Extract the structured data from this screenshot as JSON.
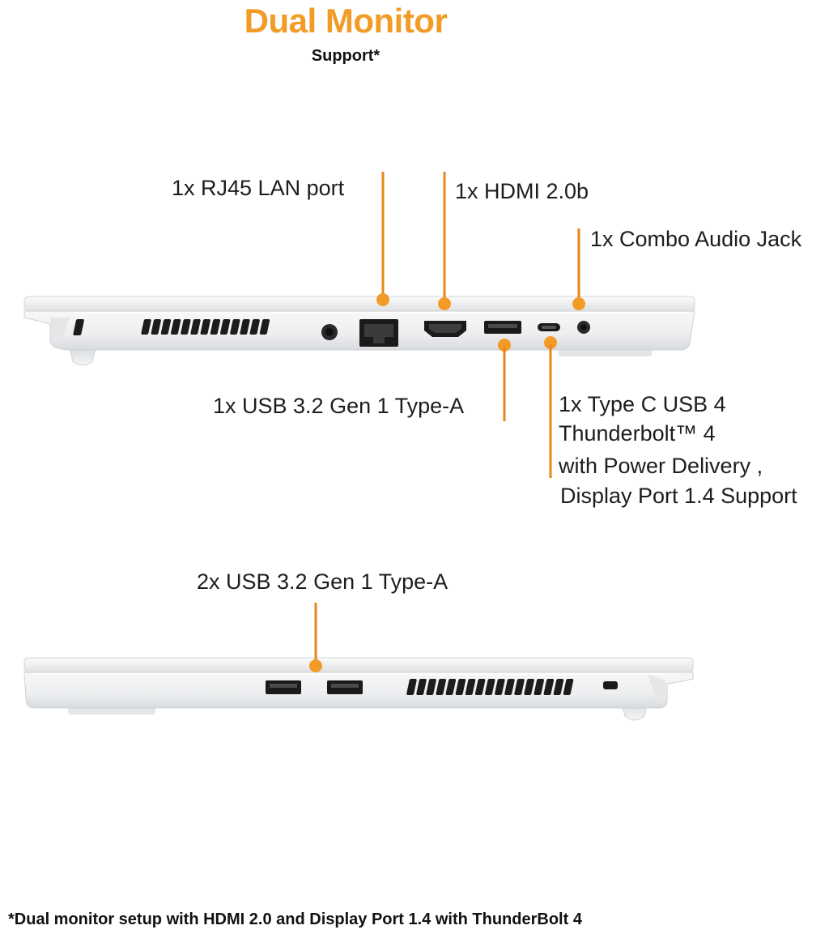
{
  "header": {
    "title": "Dual Monitor",
    "subtitle": "Support*"
  },
  "right_side_ports": {
    "rj45": "1x RJ45 LAN port",
    "hdmi": "1x HDMI 2.0b",
    "audio": "1x Combo Audio Jack",
    "usb_a": "1x USB 3.2 Gen 1 Type-A",
    "usb_c_lines": [
      "1x Type C USB 4",
      "Thunderbolt™ 4",
      "with Power Delivery ,",
      "Display Port 1.4 Support"
    ]
  },
  "left_side_ports": {
    "usb_a_pair": "2x USB 3.2 Gen 1 Type-A"
  },
  "footnote": "*Dual monitor setup with HDMI 2.0 and Display Port 1.4 with ThunderBolt 4",
  "colors": {
    "accent": "#f29b27",
    "leader": "#e8861c",
    "chassis": "#f1f2f3",
    "port": "#1c1c1c"
  }
}
